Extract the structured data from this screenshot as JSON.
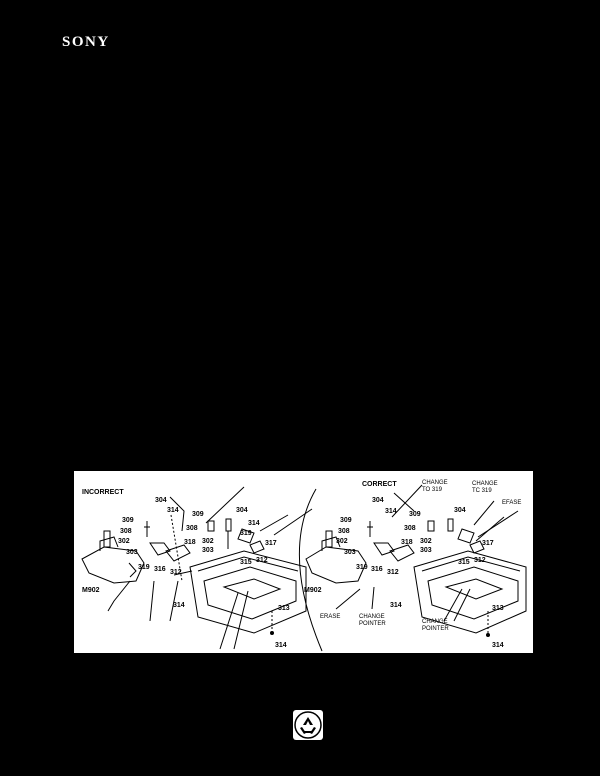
{
  "header": {
    "logo": "SONY"
  },
  "diagram": {
    "left_title": "INCORRECT",
    "right_title": "CORRECT",
    "left_parts": {
      "p304": "304",
      "p314a": "314",
      "p309": "309",
      "p308": "308",
      "p302": "302",
      "m902": "M902",
      "p303": "303",
      "p319": "319",
      "p316": "316",
      "p312": "312",
      "p318": "318",
      "p309b": "309",
      "p308b": "308",
      "p304b": "304",
      "p314b": "314",
      "p319b": "319",
      "p302b": "302",
      "p317": "317",
      "p303b": "303",
      "p315": "315",
      "p312b": "312",
      "p314c": "314",
      "p313": "313",
      "p314d": "314"
    },
    "right_parts": {
      "p304": "304",
      "p314a": "314",
      "p309": "309",
      "p308": "308",
      "p302": "302",
      "m902": "M902",
      "p303": "303",
      "p319": "319",
      "p316": "316",
      "p312": "312",
      "p318": "318",
      "p309b": "309",
      "p308b": "308",
      "p304b": "304",
      "p302b": "302",
      "p303b": "303",
      "p317": "317",
      "p315": "315",
      "p312b": "312",
      "p314c": "314",
      "p313": "313",
      "p314d": "314"
    },
    "notes": {
      "change_to_319_a_l1": "CHANGE",
      "change_to_319_a_l2": "TO 319",
      "change_to_319_b_l1": "CHANGE",
      "change_to_319_b_l2": "TC 319",
      "erase_top": "EFASE",
      "erase_bottom": "ERASE",
      "change_pointer_a_l1": "CHANGE",
      "change_pointer_a_l2": "POINTER",
      "change_pointer_b_l1": "CHANGE",
      "change_pointer_b_l2": "POINTER"
    }
  },
  "footer": {
    "icon": "recycle-icon"
  }
}
